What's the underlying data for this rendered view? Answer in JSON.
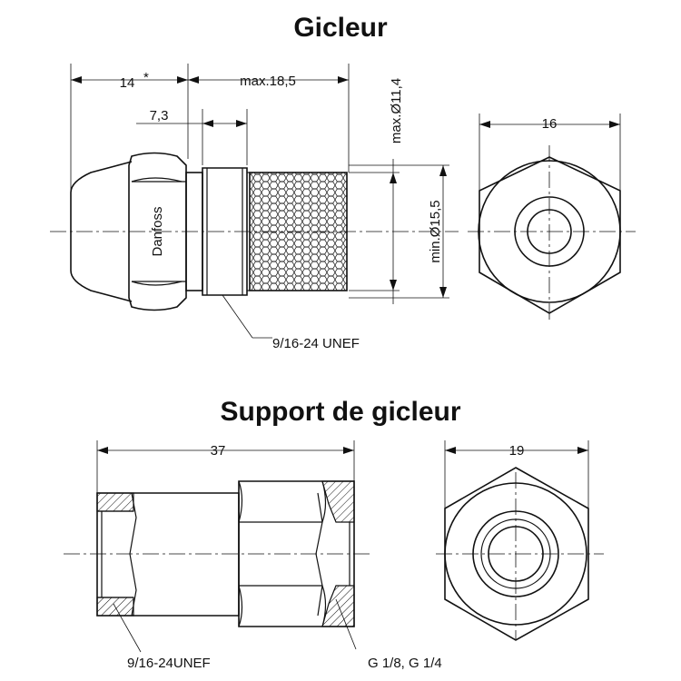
{
  "nozzle": {
    "title": "Gicleur",
    "brand": "Danfoss",
    "dims": {
      "len_body": "14",
      "len_body_mark": "*",
      "len_filter": "max.18,5",
      "len_thread": "7,3",
      "dia_max": "max.Ø11,4",
      "dia_min": "min.Ø15,5",
      "hex": "16"
    },
    "thread_label": "9/16-24 UNEF"
  },
  "holder": {
    "title": "Support de gicleur",
    "dims": {
      "length": "37",
      "hex": "19"
    },
    "thread_left": "9/16-24UNEF",
    "thread_right": "G 1/8, G 1/4"
  }
}
